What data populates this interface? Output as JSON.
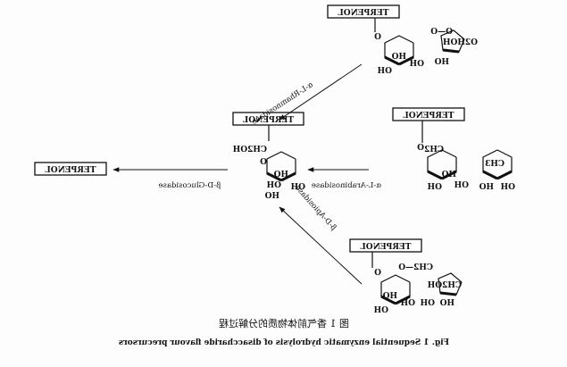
{
  "terpenol": "TERPENOL",
  "structure_labels": {
    "ho": "HO",
    "oh": "OH",
    "ch2oh": "CH2OH",
    "ch3": "CH3",
    "ch2": "CH2",
    "o": "O",
    "h2c": "H2C",
    "o_link": "O—O",
    "ch2_o": "CH2—O",
    "sugar_top_right": "O2HOH"
  },
  "enzymes": {
    "rhamnosidase": "α-L-Rhamnosidase",
    "arabinosidase": "α-L-Arabinosidase",
    "apiosidase": "β-D-Apiosidase",
    "glucosidase": "β-D-Glucosidase"
  },
  "caption": {
    "cn": "图 1   香气前体物质的分解过程",
    "en": "Fig. 1   Sequential enzymatic hydrolysis of disaccharide flavour precursors"
  }
}
